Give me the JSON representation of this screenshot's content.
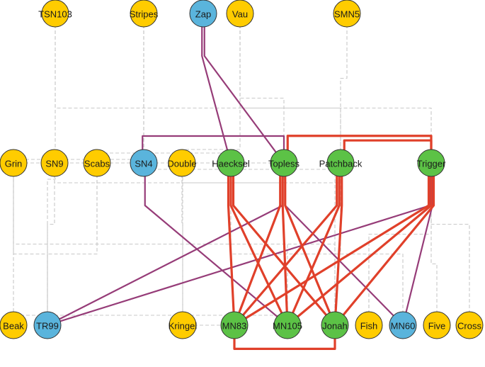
{
  "colors": {
    "yellow": "#FFCC00",
    "blue": "#5AB4DC",
    "green": "#5CC246",
    "red_edge": "#E0402A",
    "purple_edge": "#963C78",
    "gray_edge": "#C8C8C8"
  },
  "nodes": [
    {
      "id": "TSN103",
      "label": "TSN103",
      "type": "yellow"
    },
    {
      "id": "Stripes",
      "label": "Stripes",
      "type": "yellow"
    },
    {
      "id": "Zap",
      "label": "Zap",
      "type": "blue"
    },
    {
      "id": "Vau",
      "label": "Vau",
      "type": "yellow"
    },
    {
      "id": "SMN5",
      "label": "SMN5",
      "type": "yellow"
    },
    {
      "id": "Grin",
      "label": "Grin",
      "type": "yellow"
    },
    {
      "id": "SN9",
      "label": "SN9",
      "type": "yellow"
    },
    {
      "id": "Scabs",
      "label": "Scabs",
      "type": "yellow"
    },
    {
      "id": "SN4",
      "label": "SN4",
      "type": "blue"
    },
    {
      "id": "Double",
      "label": "Double",
      "type": "yellow"
    },
    {
      "id": "Haecksel",
      "label": "Haecksel",
      "type": "green"
    },
    {
      "id": "Topless",
      "label": "Topless",
      "type": "green"
    },
    {
      "id": "Patchback",
      "label": "Patchback",
      "type": "green"
    },
    {
      "id": "Trigger",
      "label": "Trigger",
      "type": "green"
    },
    {
      "id": "Beak",
      "label": "Beak",
      "type": "yellow"
    },
    {
      "id": "TR99",
      "label": "TR99",
      "type": "blue"
    },
    {
      "id": "Kringel",
      "label": "Kringel",
      "type": "yellow"
    },
    {
      "id": "MN83",
      "label": "MN83",
      "type": "green"
    },
    {
      "id": "MN105",
      "label": "MN105",
      "type": "green"
    },
    {
      "id": "Jonah",
      "label": "Jonah",
      "type": "green"
    },
    {
      "id": "Fish",
      "label": "Fish",
      "type": "yellow"
    },
    {
      "id": "MN60",
      "label": "MN60",
      "type": "blue"
    },
    {
      "id": "Five",
      "label": "Five",
      "type": "yellow"
    },
    {
      "id": "Cross",
      "label": "Cross",
      "type": "yellow"
    }
  ],
  "edges": [
    {
      "source": "Zap",
      "target": "Haecksel",
      "kind": "purple"
    },
    {
      "source": "Zap",
      "target": "Topless",
      "kind": "purple"
    },
    {
      "source": "SN4",
      "target": "Topless",
      "kind": "purple"
    },
    {
      "source": "SN4",
      "target": "MN105",
      "kind": "purple"
    },
    {
      "source": "Topless",
      "target": "TR99",
      "kind": "purple"
    },
    {
      "source": "Trigger",
      "target": "TR99",
      "kind": "purple"
    },
    {
      "source": "Topless",
      "target": "MN60",
      "kind": "purple"
    },
    {
      "source": "Trigger",
      "target": "MN60",
      "kind": "purple"
    },
    {
      "source": "Haecksel",
      "target": "MN83",
      "kind": "red"
    },
    {
      "source": "Haecksel",
      "target": "MN105",
      "kind": "red"
    },
    {
      "source": "Haecksel",
      "target": "Jonah",
      "kind": "red"
    },
    {
      "source": "Topless",
      "target": "MN83",
      "kind": "red"
    },
    {
      "source": "Topless",
      "target": "MN105",
      "kind": "red"
    },
    {
      "source": "Topless",
      "target": "Jonah",
      "kind": "red"
    },
    {
      "source": "Patchback",
      "target": "MN83",
      "kind": "red"
    },
    {
      "source": "Patchback",
      "target": "MN105",
      "kind": "red"
    },
    {
      "source": "Patchback",
      "target": "Jonah",
      "kind": "red"
    },
    {
      "source": "Trigger",
      "target": "MN83",
      "kind": "red"
    },
    {
      "source": "Trigger",
      "target": "MN105",
      "kind": "red"
    },
    {
      "source": "Trigger",
      "target": "Jonah",
      "kind": "red"
    },
    {
      "source": "Topless",
      "target": "Trigger",
      "kind": "red"
    },
    {
      "source": "Patchback",
      "target": "Trigger",
      "kind": "red"
    },
    {
      "source": "MN83",
      "target": "Jonah",
      "kind": "red"
    },
    {
      "source": "TSN103",
      "target": "TR99",
      "kind": "gray"
    },
    {
      "source": "TSN103",
      "target": "Patchback",
      "kind": "gray"
    },
    {
      "source": "Stripes",
      "target": "SN4",
      "kind": "gray"
    },
    {
      "source": "Stripes",
      "target": "Beak",
      "kind": "gray"
    },
    {
      "source": "Stripes",
      "target": "Jonah",
      "kind": "gray"
    },
    {
      "source": "Vau",
      "target": "Topless",
      "kind": "gray"
    },
    {
      "source": "Vau",
      "target": "Trigger",
      "kind": "gray"
    },
    {
      "source": "Vau",
      "target": "Kringel",
      "kind": "gray"
    },
    {
      "source": "SMN5",
      "target": "Patchback",
      "kind": "gray"
    },
    {
      "source": "Grin",
      "target": "Topless",
      "kind": "gray"
    },
    {
      "source": "Grin",
      "target": "TR99",
      "kind": "gray"
    },
    {
      "source": "SN9",
      "target": "Patchback",
      "kind": "gray"
    },
    {
      "source": "SN9",
      "target": "TR99",
      "kind": "gray"
    },
    {
      "source": "Scabs",
      "target": "Haecksel",
      "kind": "gray"
    },
    {
      "source": "Scabs",
      "target": "MN105",
      "kind": "gray"
    },
    {
      "source": "Scabs",
      "target": "TR99",
      "kind": "gray"
    },
    {
      "source": "Double",
      "target": "Topless",
      "kind": "gray"
    },
    {
      "source": "Double",
      "target": "Kringel",
      "kind": "gray"
    },
    {
      "source": "Beak",
      "target": "MN105",
      "kind": "gray"
    },
    {
      "source": "Kringel",
      "target": "MN83",
      "kind": "gray"
    },
    {
      "source": "Fish",
      "target": "Patchback",
      "kind": "gray"
    },
    {
      "source": "Five",
      "target": "Trigger",
      "kind": "gray"
    },
    {
      "source": "Cross",
      "target": "Trigger",
      "kind": "gray"
    },
    {
      "source": "Trigger",
      "target": "Fish",
      "kind": "gray"
    },
    {
      "source": "Jonah",
      "target": "Grin",
      "kind": "gray"
    },
    {
      "source": "MN60",
      "target": "Haecksel",
      "kind": "gray"
    }
  ]
}
